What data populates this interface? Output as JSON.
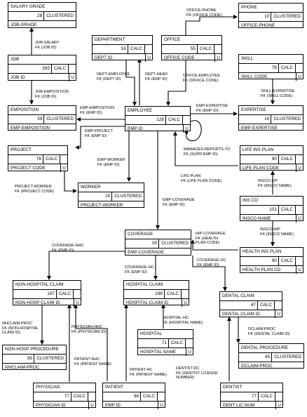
{
  "records": {
    "salary_grade": {
      "name": "SALARY GRADE",
      "num": "28",
      "kind": "CLUSTERED",
      "key": "JOB-GRADE"
    },
    "job": {
      "name": "JOB",
      "num": "283",
      "kind": "CALC",
      "key": "JOB ID",
      "u": "U"
    },
    "department": {
      "name": "DEPARTMENT",
      "num": "53",
      "kind": "CALC",
      "key": "DEPT ID",
      "u": "U"
    },
    "office": {
      "name": "OFFICE",
      "num": "55",
      "kind": "CALC",
      "key": "OFFICE CODE",
      "u": "U"
    },
    "phone": {
      "name": "PHONE",
      "num": "10",
      "kind": "CLUSTERED",
      "key": "OFFICE-PHONE"
    },
    "skill": {
      "name": "SKILL",
      "num": "76",
      "kind": "CALC",
      "key": "SKILL CODE",
      "u": "U"
    },
    "emposition": {
      "name": "EMPOSITION",
      "num": "39",
      "kind": "CLUSTERED",
      "key": "EMP-EMPOSITION"
    },
    "employee": {
      "name": "EMPLOYEE",
      "num": "128",
      "kind": "CALC",
      "key": "EMP ID",
      "u": "U"
    },
    "expertise": {
      "name": "EXPERTISE",
      "num": "16",
      "kind": "CLUSTERED",
      "key": "EMP-EXPERTISE"
    },
    "project": {
      "name": "PROJECT",
      "num": "78",
      "kind": "CALC",
      "key": "PROJECT CODE",
      "u": "U"
    },
    "worker": {
      "name": "WORKER",
      "num": "20",
      "kind": "CLUSTERED",
      "key": "PROJECT-WORKER"
    },
    "life_ins_plan": {
      "name": "LIFE INS PLAN",
      "num": "90",
      "kind": "CALC",
      "key": "LIFE PLAN CODE",
      "u": "U"
    },
    "ins_co": {
      "name": "INS CO",
      "num": "101",
      "kind": "CALC",
      "key": "INSCO NAME",
      "u": "U"
    },
    "coverage": {
      "name": "COVERAGE",
      "num": "50",
      "kind": "CLUSTERED",
      "key": "EMP-COVERAGE"
    },
    "health_ins_plan": {
      "name": "HEALTH INS PLAN",
      "num": "90",
      "kind": "CALC",
      "key": "HEALTH PLAN CD",
      "u": "U"
    },
    "non_hospital_claim": {
      "name": "NON-HOSPITAL CLAIM",
      "num": "167",
      "kind": "CALC",
      "key": "NON-HOSP CLAIM ID",
      "u": "U"
    },
    "hospital_claim": {
      "name": "HOSPITAL CLAIM",
      "num": "198",
      "kind": "CALC",
      "key": "HOSPITAL CLAIM ID",
      "u": "U"
    },
    "dental_claim": {
      "name": "DENTAL CLAIM",
      "num": "47",
      "kind": "CALC",
      "key": "DENTAL CLAIM ID",
      "u": "U"
    },
    "hospital": {
      "name": "HOSPITAL",
      "num": "71",
      "kind": "CALC",
      "key": "HOSPITAL NAME",
      "u": "U"
    },
    "non_hosp_procedure": {
      "name": "NON-HOSP PROCEDURE",
      "num": "85",
      "kind": "CLUSTERED",
      "key": "NHCLAIM-PROC"
    },
    "dental_procedure": {
      "name": "DENTAL PROCEDURE",
      "num": "85",
      "kind": "CLUSTERED",
      "key": "DCLAIM-PROC"
    },
    "physician": {
      "name": "PHYSICIAN",
      "num": "77",
      "kind": "CALC",
      "key": "PHYSICIAN ID",
      "u": "U"
    },
    "patient": {
      "name": "PATIENT",
      "num": "88",
      "kind": "CALC",
      "key": "EMP ID",
      "u": "U"
    },
    "dentist": {
      "name": "DENTIST",
      "num": "77",
      "kind": "CALC",
      "key": "DENT LIC NUM",
      "u": "U"
    }
  },
  "sets": {
    "job_salary": [
      "JOB-SALARY",
      "FK (JOB ID)"
    ],
    "job_emposition": [
      "JOB-EMPOSITION",
      "FK (JOB ID)"
    ],
    "office_phone": [
      "OFFICE-PHONE",
      "FK (OFFICE CODE)"
    ],
    "dept_employee": [
      "DEPT-EMPLOYEE",
      "FK (DEPT ID)"
    ],
    "dept_head": [
      "DEPT-HEAD",
      "FK (EMP ID)"
    ],
    "office_employee": [
      "OFFICE-EMPLOYEE",
      "FK (OFFICE CODE)"
    ],
    "skill_expertise": [
      "SKILL-EXPERTISE",
      "FK (SKILL CODE)"
    ],
    "emp_emposition": [
      "EMP-EMPOSITION",
      "FK (EMP ID)"
    ],
    "emp_expertise": [
      "EMP-EXPERTISE",
      "FK (EMP ID)"
    ],
    "emp_project": [
      "EMP-PROJECT",
      "FK (EMP ID)"
    ],
    "manages_reports_to": [
      "MANAGES-REPORTS-TO",
      "FK (SUPR EMP ID)"
    ],
    "emp_worker": [
      "EMP-WORKER",
      "FK (EMP ID)"
    ],
    "life_plan": [
      "LIFE-PLAN",
      "FK (LIFE PLAN CODE)"
    ],
    "insco_lip": [
      "INSCO-LIP",
      "FK (INSCO NAME)"
    ],
    "project_worker": [
      "PROJECT-WORKER",
      "FK (PROJECT CODE)"
    ],
    "emp_coverage": [
      "EMP-COVERAGE",
      "FK (EMP ID)"
    ],
    "insco_hip": [
      "INSCO-HIP",
      "FK (INSCO NAME)"
    ],
    "hip_coverage": [
      "HIP-COVERAGE",
      "FK (HEALTH",
      "PLAN CODE)"
    ],
    "coverage_nhc": [
      "COVERAGE-NHC",
      "FK (EMP ID)"
    ],
    "coverage_hc": [
      "COVERAGE-HC",
      "FK (EMP ID)"
    ],
    "coverage_dc": [
      "COVERAGE-DC",
      "FK (EMP ID)"
    ],
    "hospital_hc": [
      "HOSPITAL-HC",
      "FK (HOSPITAL NAME)"
    ],
    "nhclaim_proc": [
      "NHCLAIM-PROC",
      "FK (NON-HOSPITAL",
      "CLAIM ID)"
    ],
    "physician_nhc": [
      "PHYSICIAN-NHC",
      "FK (PHYSICIAN ID)"
    ],
    "dclaim_proc": [
      "DCLAIM-PROC",
      "FK (DENTAL CLAIM ID)"
    ],
    "patient_nhc": [
      "PATIENT-NHC",
      "FK (PATIENT NAME)"
    ],
    "patient_hc": [
      "PATIENT-HC",
      "FK (PATIENT NAME)"
    ],
    "dentist_dc": [
      "DENTIST-DC",
      "FK (DENTIST LICENSE",
      "NUMBER)"
    ]
  }
}
